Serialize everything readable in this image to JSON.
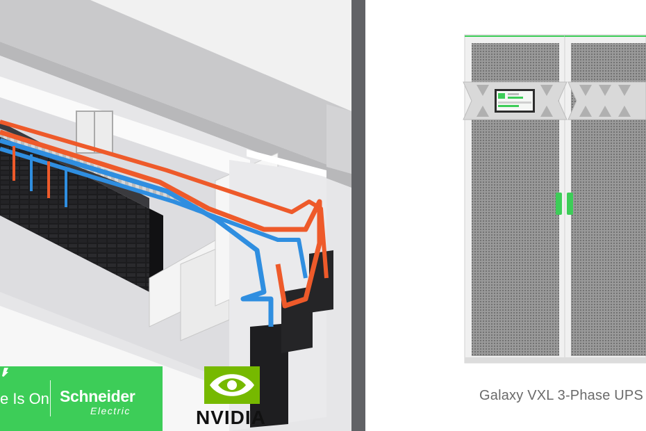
{
  "left_scene": {
    "banner": {
      "tagline": "e Is On",
      "brand_name": "Schneider",
      "brand_sub": "Electric",
      "color": "#3dcd58"
    },
    "partner_logo": {
      "wordmark": "NVIDIA",
      "color": "#76b900"
    },
    "pipe_colors": {
      "supply": "#ee5a2a",
      "return": "#2f8ee0"
    }
  },
  "right_product": {
    "caption": "Galaxy VXL 3-Phase UPS",
    "accent_color": "#3dcd58"
  }
}
